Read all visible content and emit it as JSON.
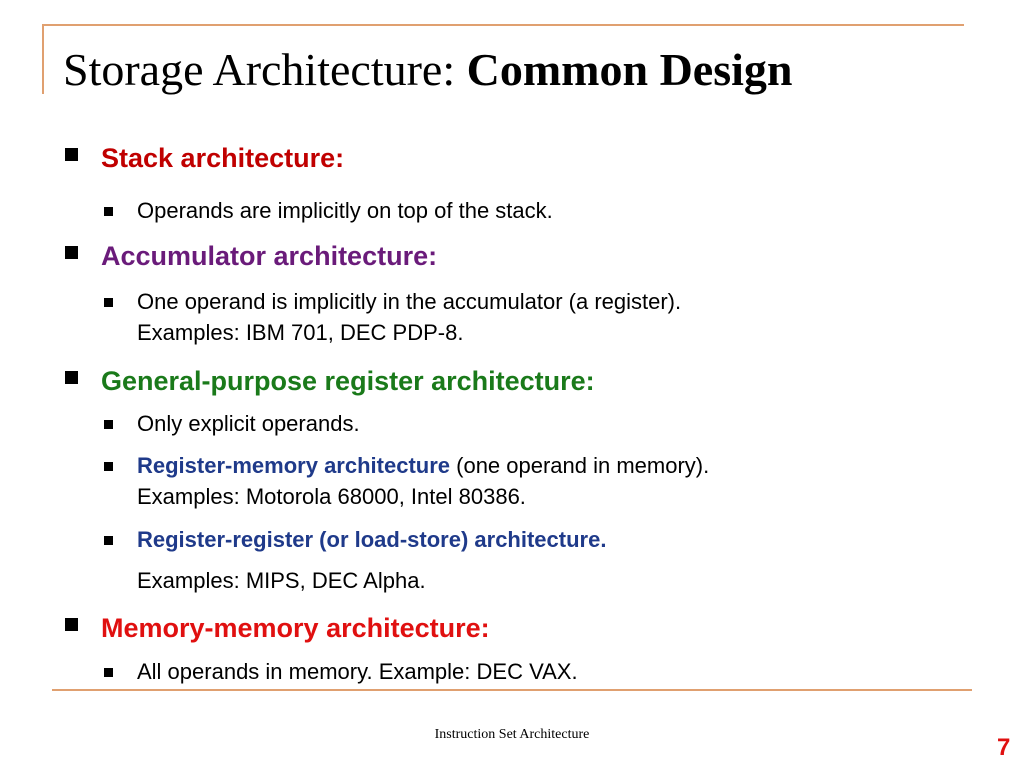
{
  "title": {
    "normal": "Storage Architecture: ",
    "bold": "Common Design"
  },
  "sections": {
    "stack": {
      "heading": "Stack architecture:",
      "item1": "Operands are implicitly on top of the stack."
    },
    "accumulator": {
      "heading": "Accumulator architecture:",
      "item1_line1": "One operand is implicitly in the accumulator (a register).",
      "item1_line2": "Examples: IBM 701, DEC PDP-8."
    },
    "gpr": {
      "heading": "General-purpose register architecture:",
      "item1": "Only explicit operands.",
      "item2_highlight": "Register-memory architecture",
      "item2_rest": " (one operand in memory).",
      "item2_line2": "Examples: Motorola 68000, Intel 80386.",
      "item3_highlight": "Register-register (or load-store) architecture.",
      "item3_line2": "Examples: MIPS, DEC Alpha."
    },
    "memory": {
      "heading": "Memory-memory architecture:",
      "item1": "All operands in memory. Example: DEC VAX."
    }
  },
  "footer": "Instruction Set Architecture",
  "page_number": "7",
  "colors": {
    "frame": "#e0a070",
    "stack": "#c00000",
    "accumulator": "#6a1b7a",
    "gpr": "#1a7a1a",
    "highlight": "#1f3a8a",
    "memory": "#e01010"
  }
}
